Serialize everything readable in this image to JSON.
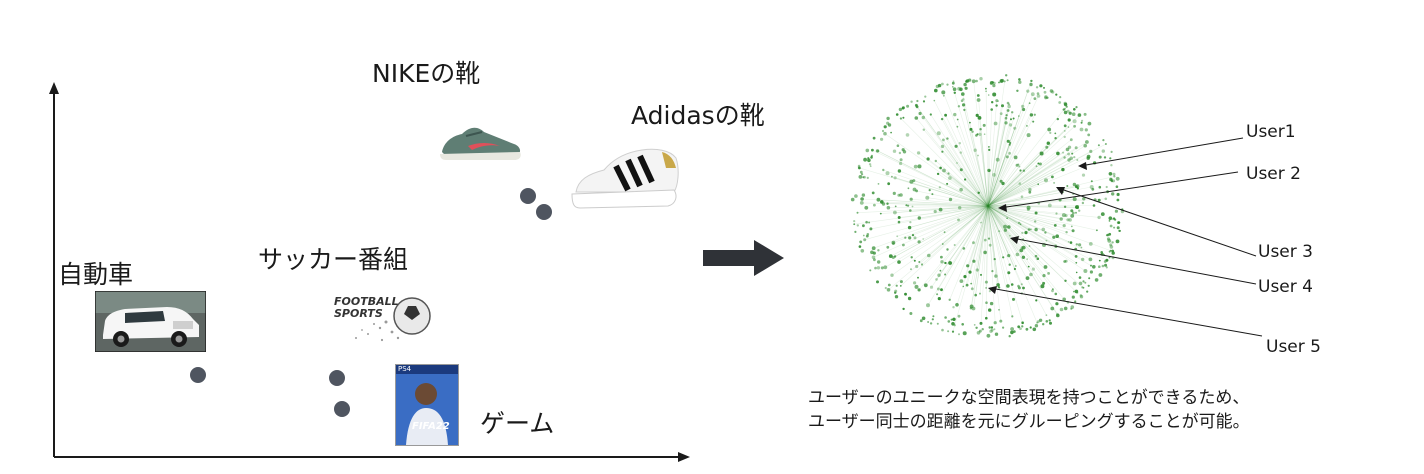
{
  "left": {
    "labels": {
      "nike": "NIKEの靴",
      "adidas": "Adidasの靴",
      "car": "自動車",
      "soccer": "サッカー番組",
      "game": "ゲーム"
    },
    "football_logo": "FOOTBALL SPORTS",
    "game_cover": "FIFA22",
    "game_platform": "PS4"
  },
  "right": {
    "users": [
      "User1",
      "User 2",
      "User 3",
      "User 4",
      "User 5"
    ],
    "note_lines": [
      "ユーザーのユニークな空間表現を持つことができるため、",
      "ユーザー同士の距離を元にグルーピングすることが可能。"
    ]
  },
  "colors": {
    "axis": "#1a1a1a",
    "dot": "#4f5560",
    "arrow": "#2f3237",
    "network": "#2e8b2e"
  }
}
